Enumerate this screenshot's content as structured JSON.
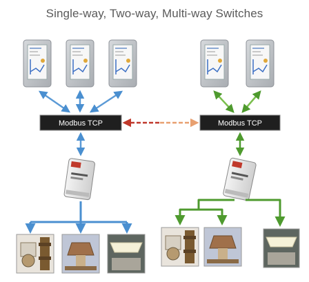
{
  "title": "Single-way, Two-way, Multi-way Switches",
  "left_hub": {
    "label": "Modbus TCP"
  },
  "right_hub": {
    "label": "Modbus TCP"
  },
  "colors": {
    "left_links": "#4a8fd0",
    "right_links": "#5aa63a",
    "hub_link": "#c0392b",
    "hub_fill": "#1f1f1f"
  },
  "left_panels": [
    "touch-panel",
    "touch-panel",
    "touch-panel"
  ],
  "right_panels": [
    "touch-panel",
    "touch-panel"
  ],
  "left_devices": [
    "wall-lamp",
    "ceiling-lamp",
    "flush-ceiling-light"
  ],
  "right_devices": [
    "wall-lamp",
    "ceiling-lamp",
    "flush-ceiling-light"
  ]
}
